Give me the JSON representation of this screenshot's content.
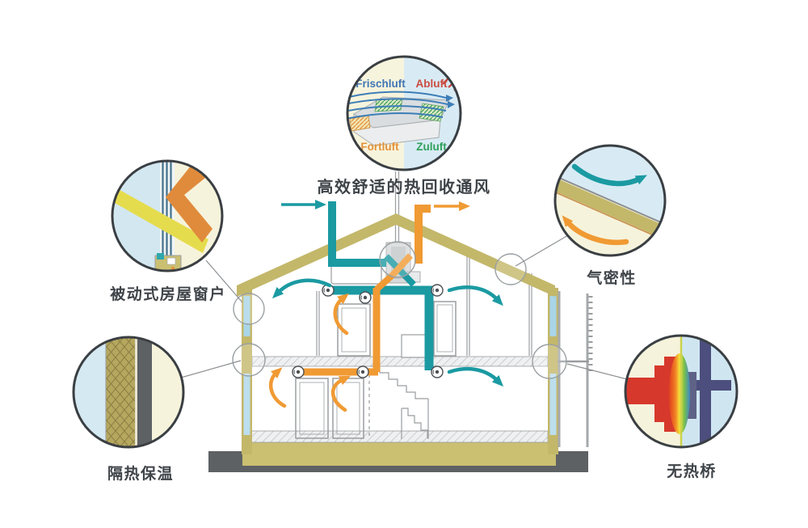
{
  "figure": {
    "type": "passive-house-principles-diagram",
    "captions": {
      "ventilation": "高效舒适的热回收通风",
      "window": "被动式房屋窗户",
      "insulation": "隔热保温",
      "airtightness": "气密性",
      "thermal_bridge": "无热桥"
    },
    "unit_labels": {
      "fresh_air": "Frischluft",
      "exhaust_air": "Abluft",
      "outgoing_air": "Fortluft",
      "supply_air": "Zuluft"
    },
    "colors": {
      "supply_teal": "#1b9aa2",
      "extract_orange": "#f09a33",
      "structure_khaki": "#c3b76a",
      "window_blue": "#a9d5e8",
      "ground_gray": "#5d6164",
      "label_fresh_blue": "#4276b5",
      "label_exhaust_red": "#cc4b41",
      "label_outgoing_orange": "#e2913b",
      "label_supply_green": "#2fa05c",
      "circle_cream": "#f6f3dc",
      "circle_blue": "#d8ebf4"
    }
  }
}
